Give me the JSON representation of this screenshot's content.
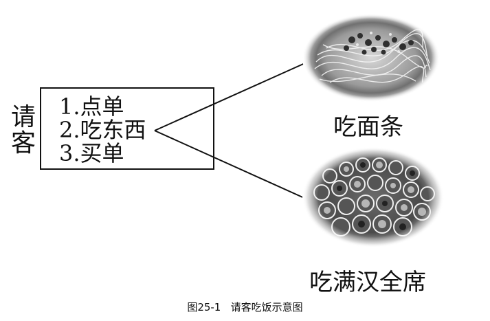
{
  "side_label": [
    "请",
    "客"
  ],
  "steps": [
    "1.点单",
    "2.吃东西",
    "3.买单"
  ],
  "branches": [
    {
      "caption": "吃面条",
      "image": "noodles-photo"
    },
    {
      "caption": "吃满汉全席",
      "image": "banquet-photo"
    }
  ],
  "figure_caption": "图25-1   请客吃饭示意图"
}
